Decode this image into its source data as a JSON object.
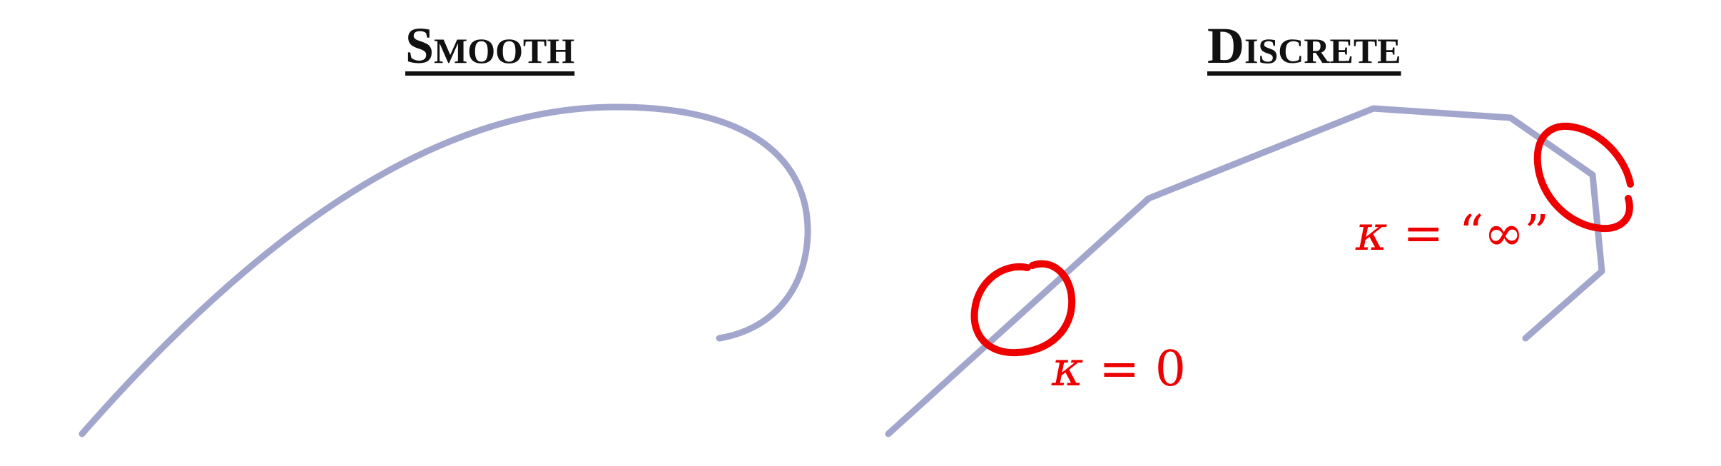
{
  "titles": {
    "smooth": "Smooth",
    "discrete": "Discrete"
  },
  "annotations": {
    "flat": {
      "symbol": "κ",
      "relation": " = 0"
    },
    "corner": {
      "symbol": "κ",
      "relation": " = “∞”"
    }
  },
  "colors": {
    "curve": "#a3a6cc",
    "marker": "#ee0000",
    "title": "#111111"
  }
}
